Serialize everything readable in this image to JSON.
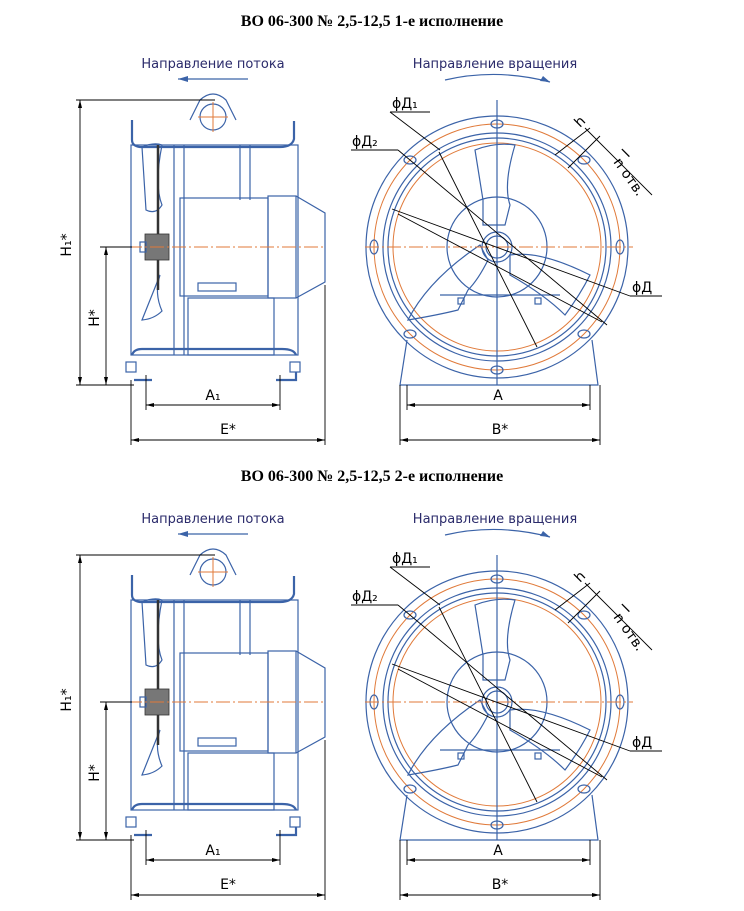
{
  "sections": [
    {
      "title": "ВО 06-300 № 2,5-12,5 1-е исполнение",
      "flow_label": "Направление потока",
      "rotation_label": "Направление вращения",
      "dims": {
        "H1": "H₁*",
        "H": "H*",
        "A1": "A₁",
        "E": "E*",
        "A": "A",
        "B": "B*",
        "D1": "ϕД₁",
        "D2": "ϕД₂",
        "D": "ϕД",
        "h": "h",
        "l": "l",
        "n": "n отв."
      }
    },
    {
      "title": "ВО 06-300 № 2,5-12,5 2-е исполнение",
      "flow_label": "Направление потока",
      "rotation_label": "Направление вращения",
      "dims": {
        "H1": "H₁*",
        "H": "H*",
        "A1": "A₁",
        "E": "E*",
        "A": "A",
        "B": "B*",
        "D1": "ϕД₁",
        "D2": "ϕД₂",
        "D": "ϕД",
        "h": "h",
        "l": "l",
        "n": "n отв."
      }
    }
  ],
  "colors": {
    "outline": "#3b63a8",
    "axis": "#e07a3a",
    "dimension": "#000000"
  }
}
